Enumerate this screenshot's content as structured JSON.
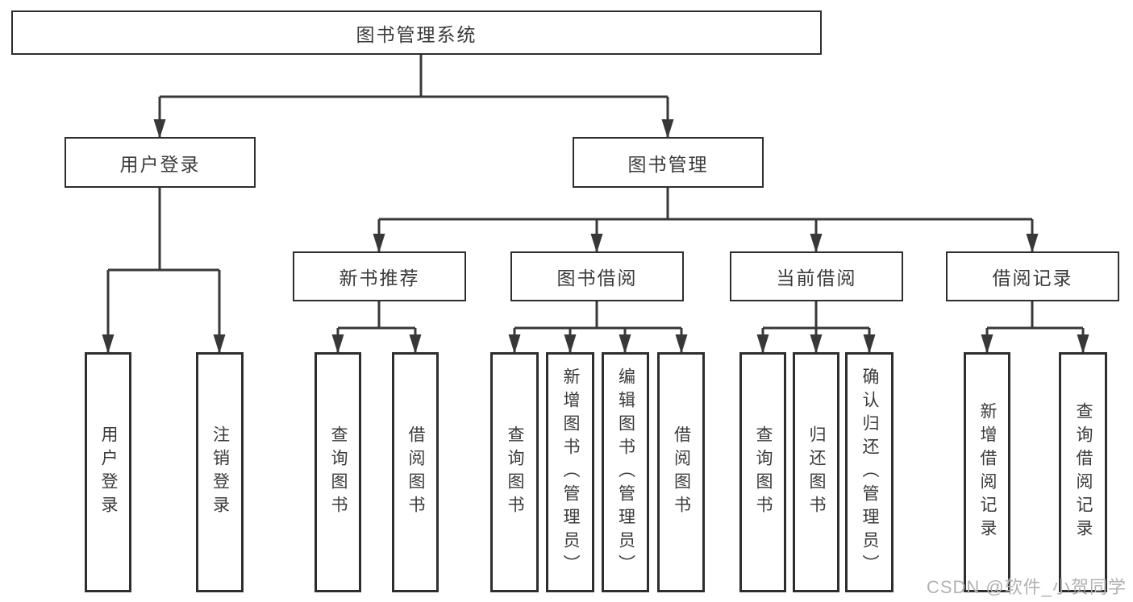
{
  "tree": {
    "root": "图书管理系统",
    "children": [
      {
        "label": "用户登录",
        "children": [
          {
            "label": "用户登录"
          },
          {
            "label": "注销登录"
          }
        ]
      },
      {
        "label": "图书管理",
        "children": [
          {
            "label": "新书推荐",
            "children": [
              {
                "label": "查询图书"
              },
              {
                "label": "借阅图书"
              }
            ]
          },
          {
            "label": "图书借阅",
            "children": [
              {
                "label": "查询图书"
              },
              {
                "label": "新增图书（管理员）"
              },
              {
                "label": "编辑图书（管理员）"
              },
              {
                "label": "借阅图书"
              }
            ]
          },
          {
            "label": "当前借阅",
            "children": [
              {
                "label": "查询图书"
              },
              {
                "label": "归还图书"
              },
              {
                "label": "确认归还（管理员）"
              }
            ]
          },
          {
            "label": "借阅记录",
            "children": [
              {
                "label": "新增借阅记录"
              },
              {
                "label": "查询借阅记录"
              }
            ]
          }
        ]
      }
    ]
  },
  "watermark": {
    "text": "CSDN @软件_小贺同学"
  },
  "colors": {
    "line": "#383838",
    "box_border": "#2e2e2e",
    "text": "#3a3a3a",
    "watermark": "#b2b2b2",
    "background": "#ffffff"
  }
}
